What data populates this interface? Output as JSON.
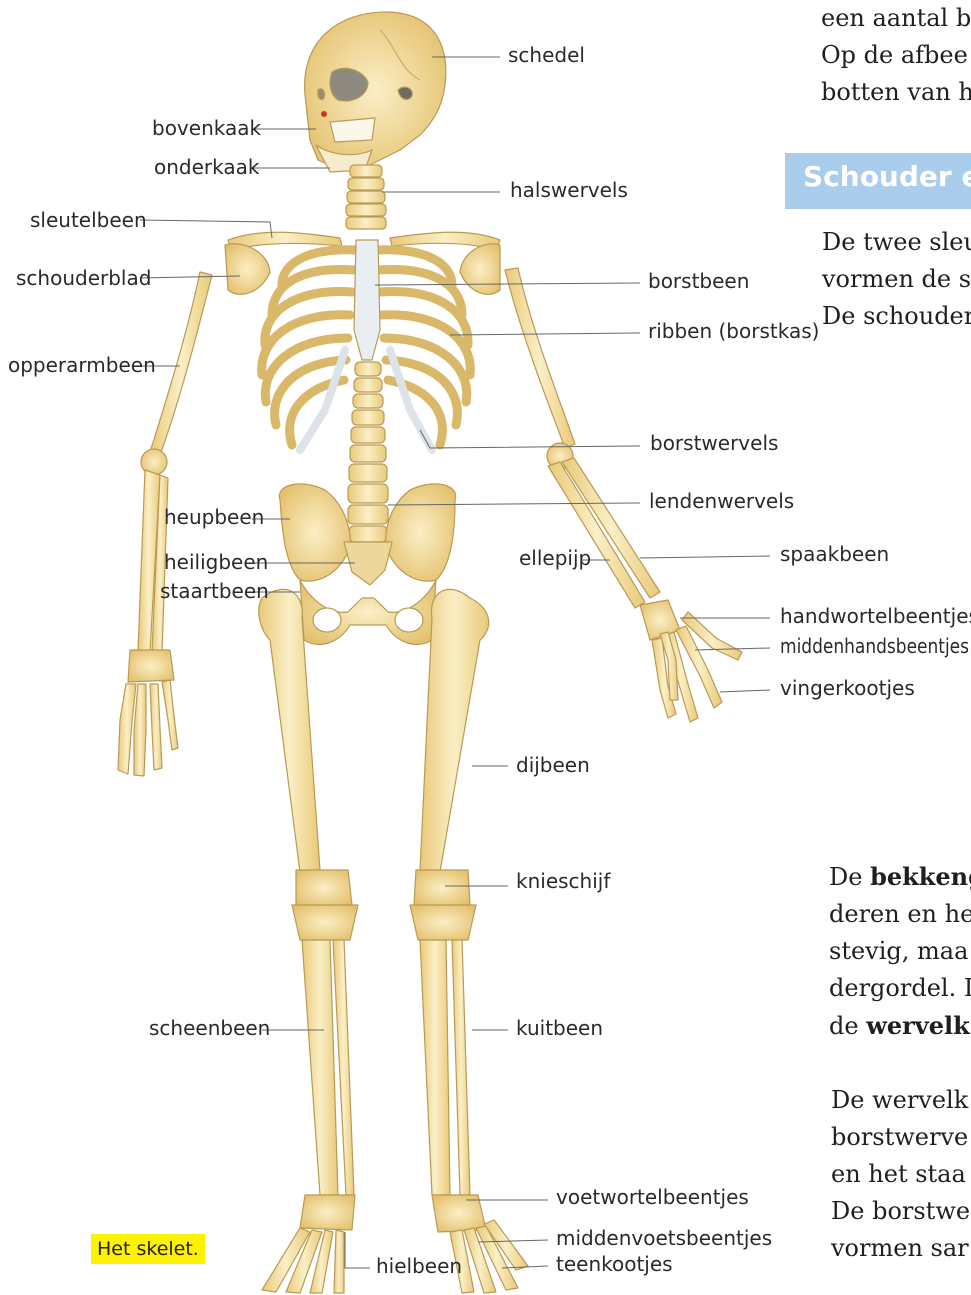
{
  "labels": {
    "schedel": "schedel",
    "bovenkaak": "bovenkaak",
    "onderkaak": "onderkaak",
    "halswervels": "halswervels",
    "sleutelbeen": "sleutelbeen",
    "schouderblad": "schouderblad",
    "borstbeen": "borstbeen",
    "ribben": "ribben (borstkas)",
    "opperarmbeen": "opperarmbeen",
    "borstwervels": "borstwervels",
    "lendenwervels": "lendenwervels",
    "heupbeen": "heupbeen",
    "heiligbeen": "heiligbeen",
    "staartbeen": "staartbeen",
    "ellepijp": "ellepijp",
    "spaakbeen": "spaakbeen",
    "handwortelbeentjes": "handwortelbeentjes",
    "middenhandsbeentjes": "middenhandsbeentjes",
    "vingerkootjes": "vingerkootjes",
    "dijbeen": "dijbeen",
    "knieschijf": "knieschijf",
    "scheenbeen": "scheenbeen",
    "kuitbeen": "kuitbeen",
    "voetwortelbeentjes": "voetwortelbeentjes",
    "middenvoetsbeentjes": "middenvoetsbeentjes",
    "teenkootjes": "teenkootjes",
    "hielbeen": "hielbeen"
  },
  "caption": "Het skelet.",
  "sidebar": {
    "intro_lines": [
      "een aantal b",
      "Op de afbee",
      "botten van h"
    ],
    "heading": "Schouder e",
    "para1_lines": [
      "De twee sleu",
      "vormen de s",
      "De schouder"
    ],
    "para2": {
      "line1_pre": "De ",
      "line1_bold": "bekkeng",
      "line2": "deren en he",
      "line3": "stevig, maa",
      "line4": "dergordel. I",
      "line5_pre": "de ",
      "line5_bold": "wervelk"
    },
    "para3_lines": [
      "De wervelk",
      "borstwerve",
      "en het staa",
      "De borstwe",
      "vormen sar"
    ]
  },
  "colors": {
    "bone": "#f3dfa0",
    "bone_shadow": "#d9b86a",
    "bone_outline": "#b99a55",
    "cartilage": "#dde3e8",
    "heading_bg": "#a9cdea",
    "caption_bg": "#fff200"
  }
}
